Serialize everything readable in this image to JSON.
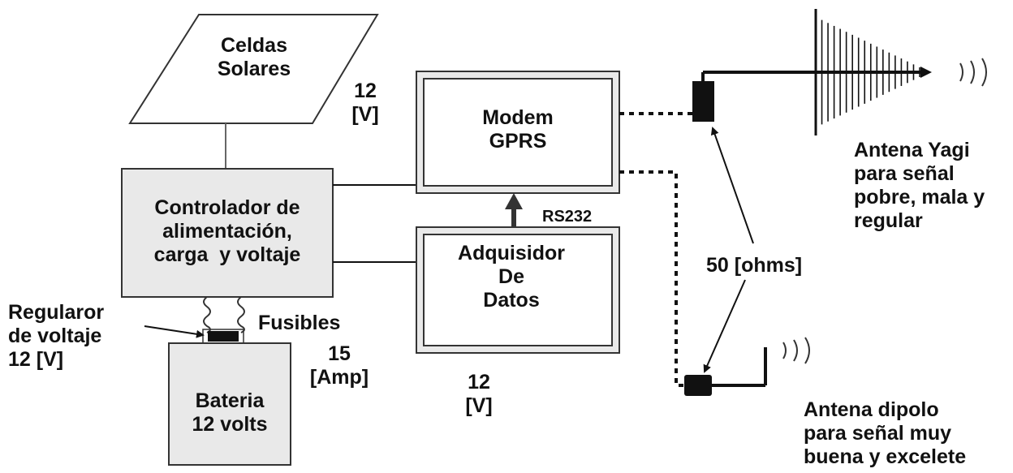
{
  "diagram": {
    "solar_cells": "Celdas\nSolares",
    "voltage_12v_top": "12\n[V]",
    "modem": "Modem\nGPRS",
    "rs232": "RS232",
    "controller": "Controlador de\nalimentación,\ncarga  y voltaje",
    "data_acquisition": "Adquisidor\nDe\nDatos",
    "regulator": "Regularor\nde voltaje\n12 [V]",
    "fuses": "Fusibles",
    "fuse_rating": "15\n[Amp]",
    "battery": "Bateria\n12 volts",
    "voltage_12v_bottom": "12\n[V]",
    "impedance": "50 [ohms]",
    "yagi_antenna": "Antena Yagi\npara señal\npobre, mala y\nregular",
    "dipole_antenna": "Antena dipolo\npara señal muy\nbuena y excelete",
    "colors": {
      "line": "#111111",
      "box_fill": "#e9e9e9",
      "box_stroke": "#222222"
    }
  }
}
